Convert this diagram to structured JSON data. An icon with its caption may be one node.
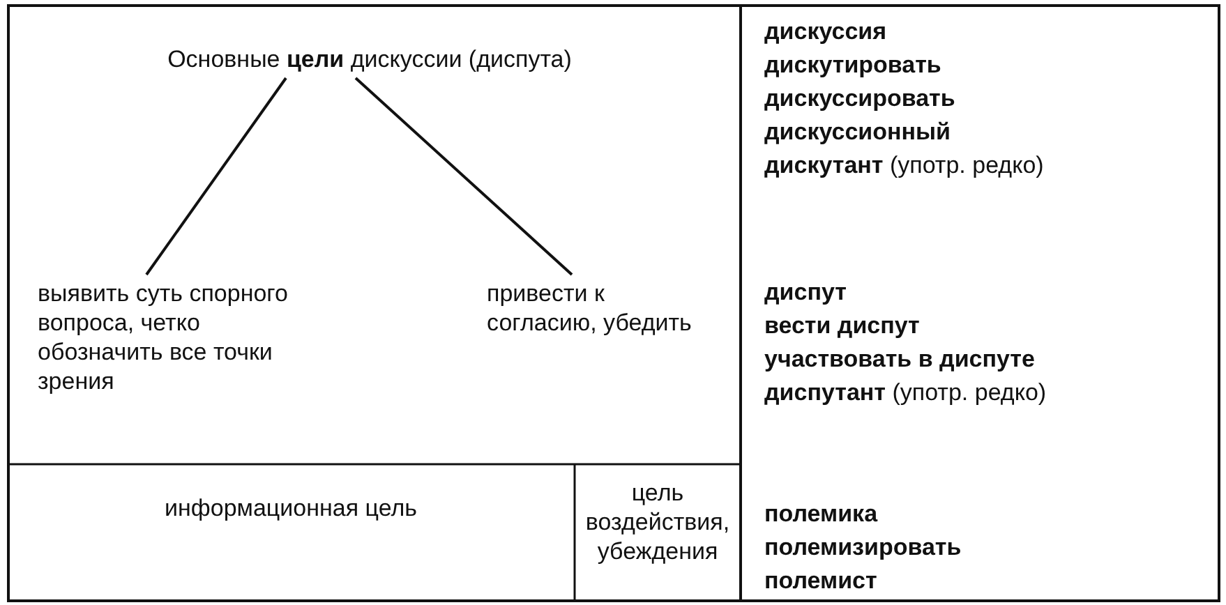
{
  "diagram": {
    "nodes": [
      {
        "text": [
          "Основные **цели** дискуссии (диспута)"
        ]
      },
      {
        "text": [
          "выявить суть спорного вопроса, четко обозначить все точки зрения"
        ]
      },
      {
        "text": [
          "привести к согласию, убедить"
        ]
      }
    ],
    "edges": [
      {
        "from": 0,
        "to": 1,
        "arrow": "none"
      },
      {
        "from": 0,
        "to": 2,
        "arrow": "none"
      }
    ],
    "labels": [
      "информационная цель",
      "цель воздействия, убеждения",
      "дискуссия",
      "дискутировать",
      "дискуссировать",
      "дискуссионный",
      "**дискутант** (употр. редко)",
      "диспут",
      "вести диспут",
      "участвовать в диспуте",
      "**диспутант** (употр. редко)",
      "полемика",
      "полемизировать",
      "полемист"
    ]
  }
}
